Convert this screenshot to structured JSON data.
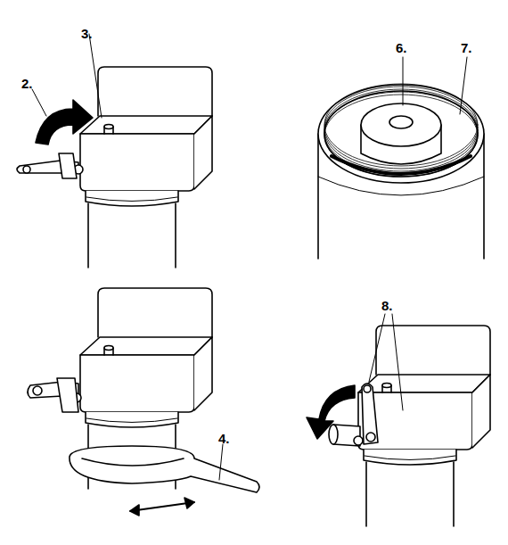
{
  "diagram": {
    "labels": [
      "3.",
      "2.",
      "6.",
      "7.",
      "4.",
      "8."
    ]
  }
}
